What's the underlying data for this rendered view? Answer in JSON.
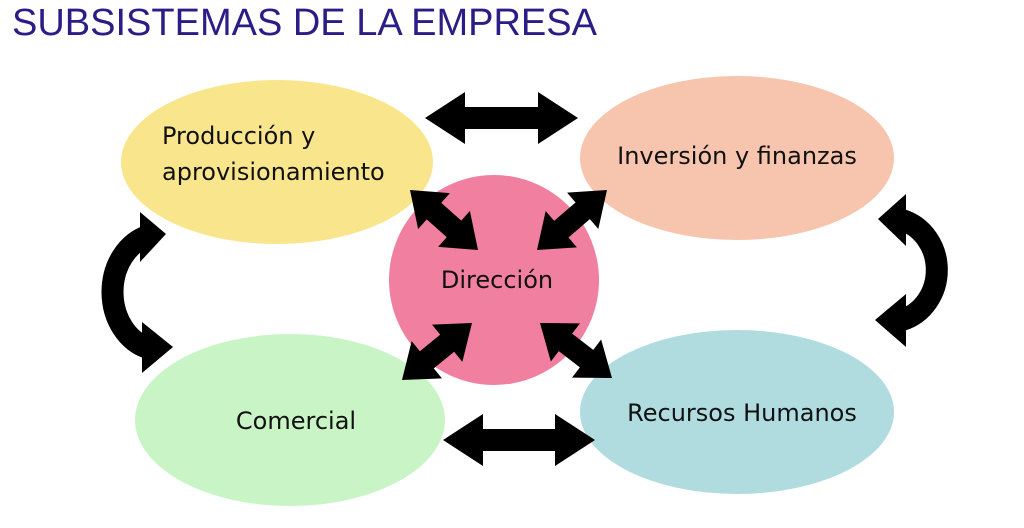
{
  "title": "SUBSISTEMAS DE LA EMPRESA",
  "nodes": {
    "produccion": {
      "line1": "Producción y",
      "line2": "aprovisionamiento",
      "color": "#f9e68c"
    },
    "inversion": {
      "label": "Inversión y finanzas",
      "color": "#f7c4ad"
    },
    "direccion": {
      "label": "Dirección",
      "color": "#f07fa0"
    },
    "comercial": {
      "label": "Comercial",
      "color": "#c9f5c6"
    },
    "rrhh": {
      "label": "Recursos Humanos",
      "color": "#b0dce0"
    }
  },
  "title_color": "#2b1d86"
}
